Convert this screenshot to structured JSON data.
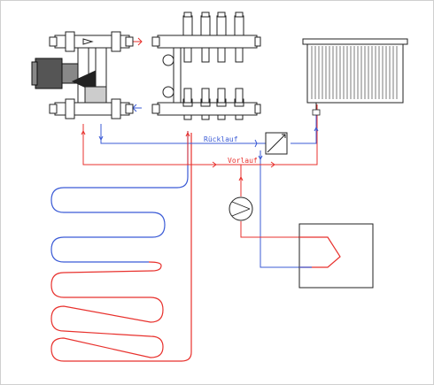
{
  "labels": {
    "return_line": "Rücklauf",
    "supply_line": "Vorlauf"
  },
  "colors": {
    "supply": "#e8312d",
    "return": "#3b5bd6",
    "outline": "#222222",
    "frame": "#cfcfcf"
  },
  "components": [
    "manifold-left-pump-group",
    "manifold-right-distributor",
    "radiator",
    "heat-exchanger",
    "circulation-pump",
    "boiler-storage-tank",
    "underfloor-heating-loop"
  ]
}
